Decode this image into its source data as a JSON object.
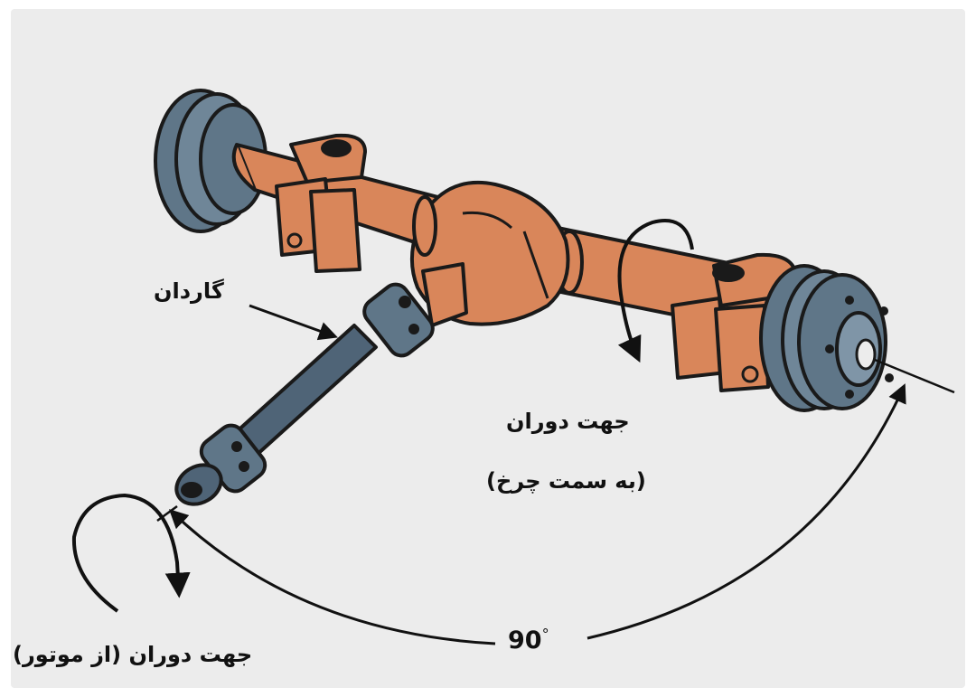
{
  "labels": {
    "driveshaft": "گاردان",
    "rotation_wheel_line1": "جهت دوران",
    "rotation_wheel_line2": "(به سمت چرخ)",
    "rotation_engine": "جهت دوران (از موتور)",
    "angle_value": "90",
    "angle_unit": "°"
  },
  "colors": {
    "axle_housing": "#d9865a",
    "wheel_drum": "#5f7688",
    "driveshaft": "#4f6477",
    "outline": "#1a1a1a",
    "background": "#ececec"
  }
}
